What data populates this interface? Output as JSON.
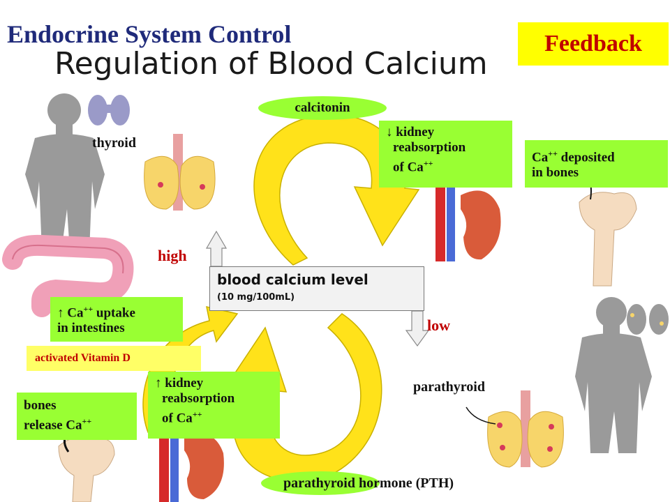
{
  "title": "Endocrine System Control",
  "subtitle": "Regulation of Blood Calcium",
  "badge": "Feedback",
  "labels": {
    "thyroid": "thyroid",
    "calcitonin": "calcitonin",
    "high": "high",
    "low": "low",
    "parathyroid": "parathyroid",
    "pth": "parathyroid hormone (PTH)",
    "vitamin_d": "activated Vitamin D"
  },
  "center": {
    "title": "blood calcium level",
    "value": "(10 mg/100mL)"
  },
  "boxes": {
    "kidney_down": {
      "arrow": "↓",
      "text1": "kidney",
      "text2": "reabsorption",
      "text3": "of Ca",
      "sup": "++"
    },
    "deposit": {
      "text1": "Ca",
      "sup": "++",
      "text1b": " deposited",
      "text2": "in bones"
    },
    "uptake": {
      "arrow": "↑",
      "text1": " Ca",
      "sup": "++",
      "text1b": " uptake",
      "text2": "in intestines"
    },
    "kidney_up": {
      "arrow": "↑",
      "text1": "kidney",
      "text2": "reabsorption",
      "text3": "of Ca",
      "sup": "++"
    },
    "release": {
      "text1": "bones",
      "text2": "release Ca",
      "sup": "++"
    }
  },
  "colors": {
    "title": "#1f2a7a",
    "accent_red": "#c00000",
    "green_box": "#99ff33",
    "yellow": "#ffff00",
    "arrow_yellow": "#ffe21a"
  }
}
